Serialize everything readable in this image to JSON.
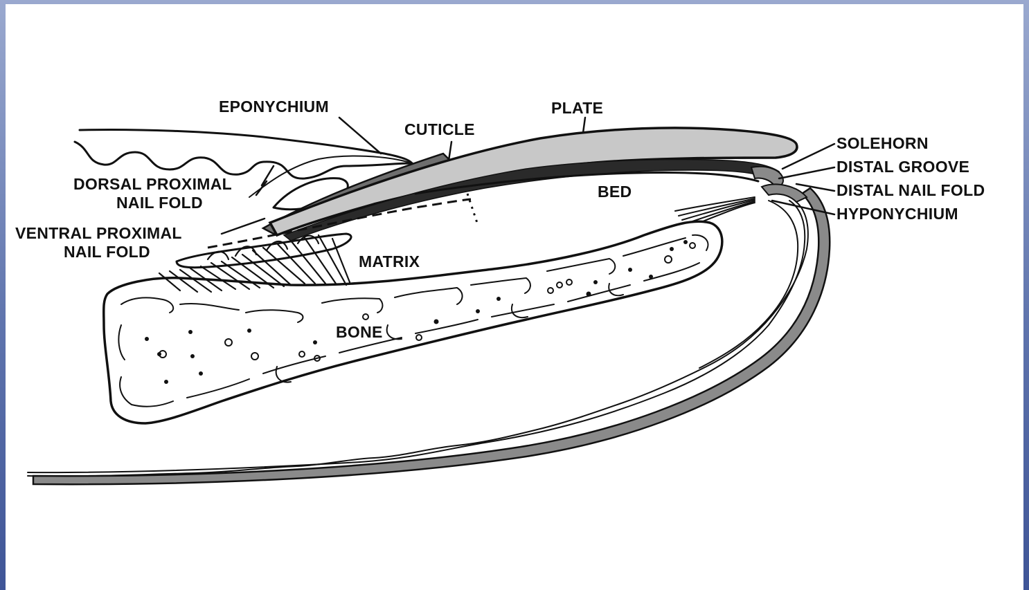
{
  "diagram": {
    "labels": {
      "eponychium": "EPONYCHIUM",
      "cuticle": "CUTICLE",
      "plate": "PLATE",
      "solehorn": "SOLEHORN",
      "distal_groove": "DISTAL GROOVE",
      "distal_nail_fold": "DISTAL NAIL FOLD",
      "hyponychium": "HYPONYCHIUM",
      "bed": "BED",
      "dorsal_proximal_1": "DORSAL PROXIMAL",
      "dorsal_proximal_2": "NAIL FOLD",
      "ventral_proximal_1": "VENTRAL PROXIMAL",
      "ventral_proximal_2": "NAIL FOLD",
      "matrix": "MATRIX",
      "bone": "BONE"
    },
    "colors": {
      "plate_fill": "#c8c8c8",
      "cuticle_fill": "#6e6e6e",
      "nail_gray": "#8a8a8a",
      "ink": "#111111",
      "background_blue": "#5f74ad"
    }
  }
}
